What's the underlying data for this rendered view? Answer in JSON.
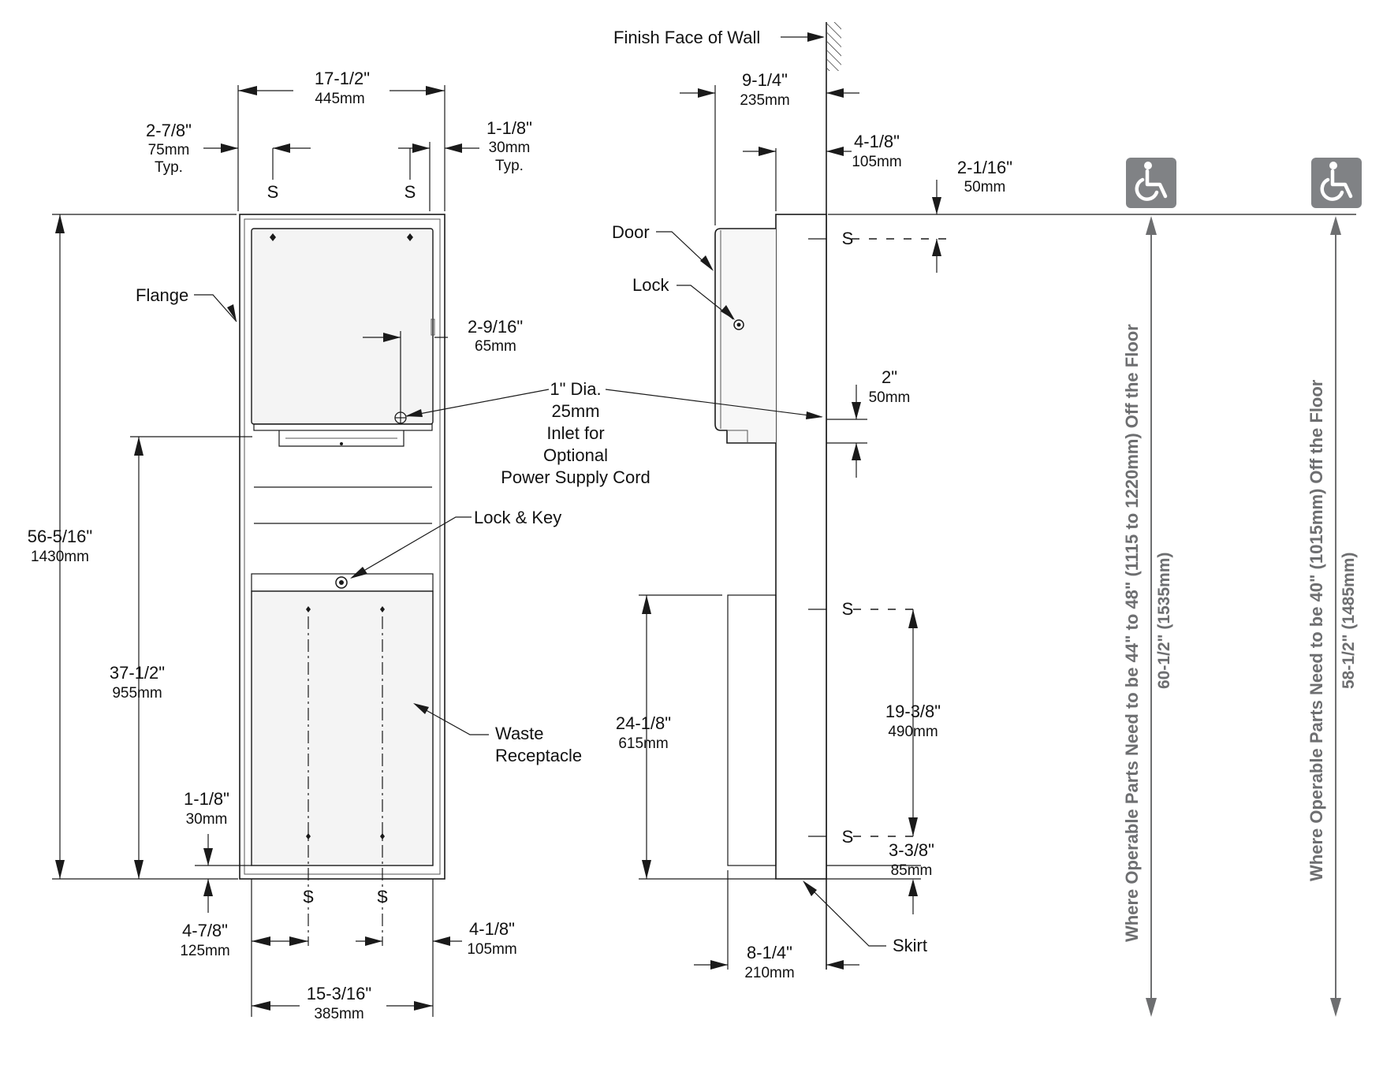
{
  "front_view": {
    "overall_width": {
      "in": "17-1/2\"",
      "mm": "445mm"
    },
    "flange_left": {
      "in": "2-7/8\"",
      "mm": "75mm",
      "note": "Typ."
    },
    "flange_right": {
      "in": "1-1/8\"",
      "mm": "30mm",
      "note": "Typ."
    },
    "screw_mark": "S",
    "flange_label": "Flange",
    "inlet_offset": {
      "in": "2-9/16\"",
      "mm": "65mm"
    },
    "inlet_label": [
      "1\" Dia.",
      "25mm",
      "Inlet for",
      "Optional",
      "Power Supply Cord"
    ],
    "lock_key_label": "Lock & Key",
    "overall_height": {
      "in": "56-5/16\"",
      "mm": "1430mm"
    },
    "dispenser_height": {
      "in": "37-1/2\"",
      "mm": "955mm"
    },
    "waste_label": [
      "Waste",
      "Receptacle"
    ],
    "bottom_offset": {
      "in": "1-1/8\"",
      "mm": "30mm"
    },
    "bottom_left": {
      "in": "4-7/8\"",
      "mm": "125mm"
    },
    "bottom_right": {
      "in": "4-1/8\"",
      "mm": "105mm"
    },
    "inner_width": {
      "in": "15-3/16\"",
      "mm": "385mm"
    }
  },
  "side_view": {
    "wall_label": "Finish Face of Wall",
    "top_depth": {
      "in": "9-1/4\"",
      "mm": "235mm"
    },
    "wall_depth": {
      "in": "4-1/8\"",
      "mm": "105mm"
    },
    "top_screw_offset": {
      "in": "2-1/16\"",
      "mm": "50mm"
    },
    "door_label": "Door",
    "lock_label": "Lock",
    "inlet_height": {
      "in": "2\"",
      "mm": "50mm"
    },
    "screw_mark": "S",
    "receptacle_height": {
      "in": "24-1/8\"",
      "mm": "615mm"
    },
    "screw_spacing": {
      "in": "19-3/8\"",
      "mm": "490mm"
    },
    "bottom_screw_offset": {
      "in": "3-3/8\"",
      "mm": "85mm"
    },
    "skirt_label": "Skirt",
    "bottom_depth": {
      "in": "8-1/4\"",
      "mm": "210mm"
    }
  },
  "ada": {
    "icon": "wheelchair-accessibility-icon",
    "color": "#808285",
    "req_1": "Where Operable Parts Need to be 44\" to 48\" (1115 to 1220mm) Off the Floor",
    "height_1": "60-1/2\" (1535mm)",
    "req_2": "Where Operable Parts Need to be 40\" (1015mm)  Off the Floor",
    "height_2": "58-1/2\" (1485mm)"
  }
}
